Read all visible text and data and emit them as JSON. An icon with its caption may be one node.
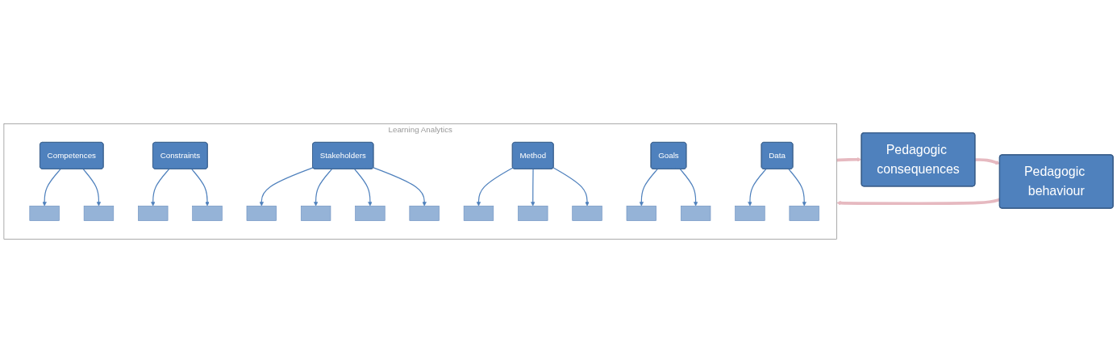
{
  "diagram": {
    "nodes": [
      {
        "text": [
          "Pedagogic behaviour"
        ]
      },
      {
        "text": [
          "Learning Analytics"
        ]
      },
      {
        "text": [
          "Competences"
        ],
        "in": 1
      },
      {
        "text": [
          "Constraints"
        ],
        "in": 1
      },
      {
        "text": [],
        "shape": "box",
        "in": 1
      },
      {
        "text": [],
        "shape": "box",
        "in": 1
      },
      {
        "text": [],
        "shape": "box",
        "in": 1
      },
      {
        "text": [],
        "shape": "box",
        "in": 1
      },
      {
        "text": [
          "Stakeholders"
        ],
        "in": 1
      },
      {
        "text": [],
        "shape": "box",
        "in": 1
      },
      {
        "text": [],
        "shape": "box",
        "in": 1
      },
      {
        "text": [],
        "shape": "box",
        "in": 1
      },
      {
        "text": [],
        "shape": "box",
        "in": 1
      },
      {
        "text": [
          "Method"
        ],
        "in": 1
      },
      {
        "text": [],
        "shape": "box",
        "in": 1
      },
      {
        "text": [],
        "shape": "box",
        "in": 1
      },
      {
        "text": [],
        "shape": "box",
        "in": 1
      },
      {
        "text": [],
        "shape": "box",
        "in": 1
      },
      {
        "text": [],
        "shape": "box",
        "in": 1
      },
      {
        "text": [],
        "shape": "box",
        "in": 1
      },
      {
        "text": [],
        "shape": "box",
        "in": 1
      },
      {
        "text": [
          "Goals"
        ],
        "in": 1
      },
      {
        "text": [
          "Data"
        ],
        "in": 1
      },
      {
        "text": [
          "Pedagogic consequences"
        ]
      }
    ],
    "edges": [
      {
        "from": 0,
        "to": 1,
        "arrow": "to",
        "style": "thick",
        "color": "#e6b9c0"
      },
      {
        "from": 1,
        "to": 23,
        "arrow": "to",
        "style": "thick",
        "color": "#e6b9c0"
      },
      {
        "from": 23,
        "to": 0,
        "arrow": "to",
        "style": "thick",
        "color": "#e6b9c0"
      },
      {
        "from": 2,
        "to": 4,
        "arrow": "to"
      },
      {
        "from": 2,
        "to": 5,
        "arrow": "to"
      },
      {
        "from": 3,
        "to": 6,
        "arrow": "to"
      },
      {
        "from": 3,
        "to": 7,
        "arrow": "to"
      },
      {
        "from": 8,
        "to": 9,
        "arrow": "to"
      },
      {
        "from": 8,
        "to": 10,
        "arrow": "to"
      },
      {
        "from": 8,
        "to": 11,
        "arrow": "to"
      },
      {
        "from": 8,
        "to": 12,
        "arrow": "to"
      },
      {
        "from": 13,
        "to": 14,
        "arrow": "to"
      },
      {
        "from": 13,
        "to": 15,
        "arrow": "to"
      },
      {
        "from": 13,
        "to": 16,
        "arrow": "to"
      },
      {
        "from": 21,
        "to": 17,
        "arrow": "to"
      },
      {
        "from": 21,
        "to": 18,
        "arrow": "to"
      },
      {
        "from": 22,
        "to": 19,
        "arrow": "to"
      },
      {
        "from": 22,
        "to": 20,
        "arrow": "to"
      }
    ]
  }
}
